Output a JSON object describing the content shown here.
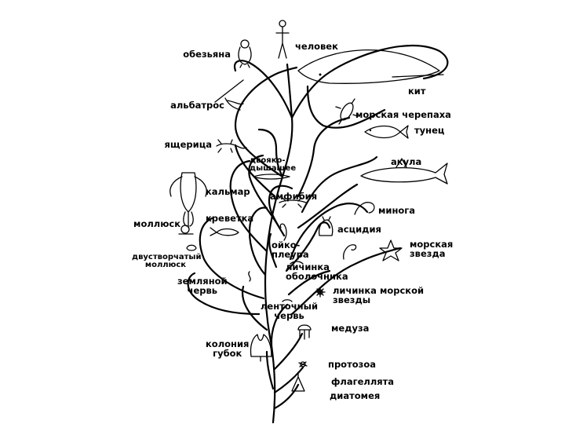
{
  "labels": {
    "chelovek": "человек",
    "obezyana": "обезьяна",
    "kit": "кит",
    "albatros": "альбатрос",
    "cherepaha": "морская черепаха",
    "tunec": "тунец",
    "yascheritsa": "ящерица",
    "dvoyakodyshaschie": "двояко-\nдышащее",
    "akula": "акула",
    "kalmar": "кальмар",
    "amfibiya": "амфибия",
    "minoga": "минога",
    "krevetka": "креветка",
    "mollyusk": "моллюск",
    "ascidiya": "асцидия",
    "oikopleura": "ойко-\nплеура",
    "morskaya_zvezda": "морская\nзвезда",
    "dvustvorchaty": "двустворчатый\nмоллюск",
    "lichinka_obolochnika": "личинка\nоболочника",
    "zemlyanoy_cherv": "земляной\nчервь",
    "lichinka_zvezdy": "личинка морской\nзвезды",
    "lentochny_cherv": "ленточный\nчервь",
    "meduza": "медуза",
    "koloniya_gubok": "колония\nгубок",
    "protozoa": "протозоа",
    "flagellyata": "флагеллята",
    "diatomeya": "диатомея"
  }
}
